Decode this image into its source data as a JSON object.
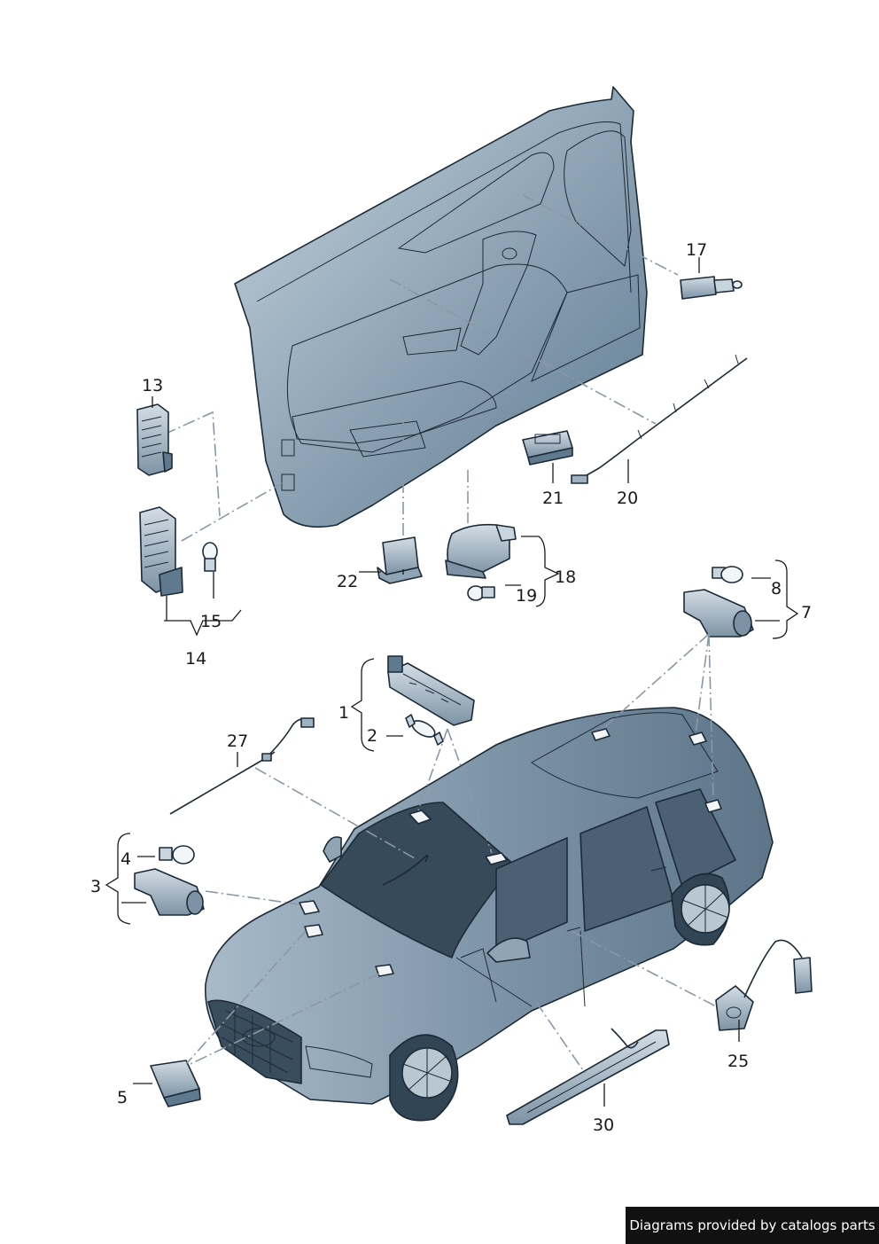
{
  "callouts": [
    {
      "id": "c1",
      "text": "1"
    },
    {
      "id": "c2",
      "text": "2"
    },
    {
      "id": "c3",
      "text": "3"
    },
    {
      "id": "c4",
      "text": "4"
    },
    {
      "id": "c5",
      "text": "5"
    },
    {
      "id": "c7",
      "text": "7"
    },
    {
      "id": "c8",
      "text": "8"
    },
    {
      "id": "c13",
      "text": "13"
    },
    {
      "id": "c14",
      "text": "14"
    },
    {
      "id": "c15",
      "text": "15"
    },
    {
      "id": "c17",
      "text": "17"
    },
    {
      "id": "c18",
      "text": "18"
    },
    {
      "id": "c19",
      "text": "19"
    },
    {
      "id": "c20",
      "text": "20"
    },
    {
      "id": "c21",
      "text": "21"
    },
    {
      "id": "c22",
      "text": "22"
    },
    {
      "id": "c25",
      "text": "25"
    },
    {
      "id": "c27",
      "text": "27"
    },
    {
      "id": "c30",
      "text": "30"
    }
  ],
  "credit": "Diagrams provided by catalogs parts",
  "colors": {
    "panel": "#8fa5b6",
    "panel_light": "#c6d3dd",
    "panel_dark": "#5f7a8f",
    "glass": "#3c4f5f",
    "line": "#1c2a36",
    "dash": "#8a98a6"
  }
}
